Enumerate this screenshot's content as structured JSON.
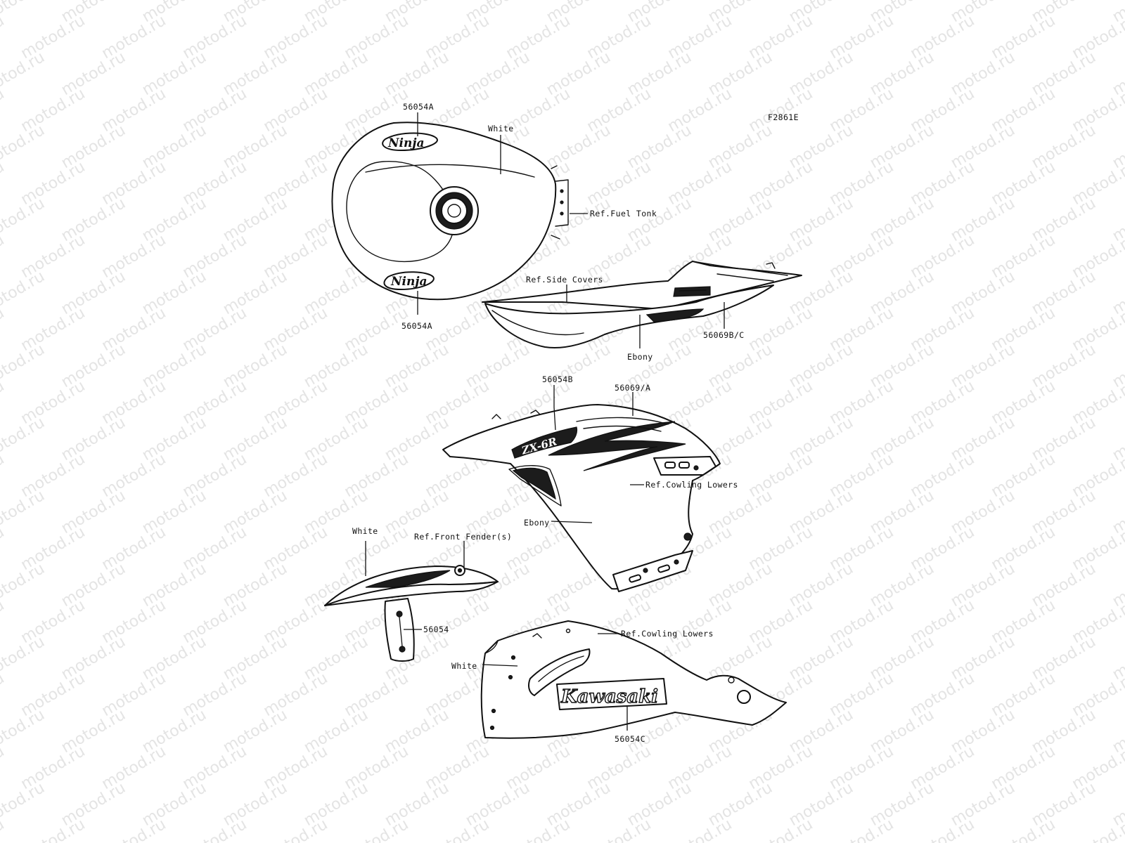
{
  "diagram": {
    "figure_code": "F2861E",
    "watermark_text": "motod.ru",
    "parts": {
      "fuel_tank": {
        "ref_label": "Ref.Fuel Tonk",
        "color_label": "White",
        "decal_label_top": "56054A",
        "decal_label_bottom": "56054A",
        "decal_text": "Ninja"
      },
      "side_covers": {
        "ref_label": "Ref.Side Covers",
        "color_label": "Ebony",
        "decal_label": "56069B/C"
      },
      "cowling_upper": {
        "decal_label_left": "56054B",
        "decal_label_right": "56069/A",
        "ref_label": "Ref.Cowling Lowers",
        "color_label": "Ebony",
        "decal_text": "ZX-6R"
      },
      "front_fender": {
        "color_label": "White",
        "ref_label": "Ref.Front Fender(s)",
        "decal_label": "56054"
      },
      "cowling_lower": {
        "ref_label": "Ref.Cowling Lowers",
        "color_label": "White",
        "decal_label": "56054C",
        "decal_text": "Kawasaki"
      }
    }
  }
}
